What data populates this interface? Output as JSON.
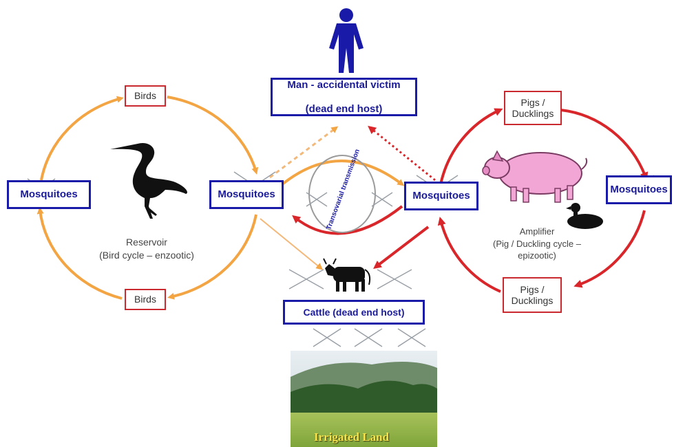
{
  "colors": {
    "bird_cycle": "#f3a443",
    "pig_cycle": "#d9262b",
    "box_border_blue": "#1a1aa8",
    "box_border_red": "#c8282e",
    "pig_fill": "#f2a6d6",
    "man_fill": "#1a1aa8",
    "land_caption": "#f5e24a"
  },
  "man": {
    "line1": "Man - accidental victim",
    "line2": "(dead end host)",
    "icon": "person-icon"
  },
  "bird_cycle": {
    "top_host": "Birds",
    "bottom_host": "Birds",
    "left_vector": "Mosquitoes",
    "right_vector": "Mosquitoes",
    "caption": "Reservoir\n(Bird cycle – enzootic)",
    "icon": "heron-icon"
  },
  "pig_cycle": {
    "top_host": "Pigs /\nDucklings",
    "bottom_host": "Pigs /\nDucklings",
    "left_vector": "Mosquitoes",
    "right_vector": "Mosquitoes",
    "caption": "Amplifier\n(Pig / Duckling cycle –\nepizootic)",
    "icons": [
      "pig-icon",
      "duck-icon"
    ]
  },
  "center": {
    "arc_label": "Transovarial transmission"
  },
  "cattle": {
    "label": "Cattle (dead end host)",
    "icon": "cattle-icon"
  },
  "land": {
    "caption": "Irrigated Land"
  }
}
